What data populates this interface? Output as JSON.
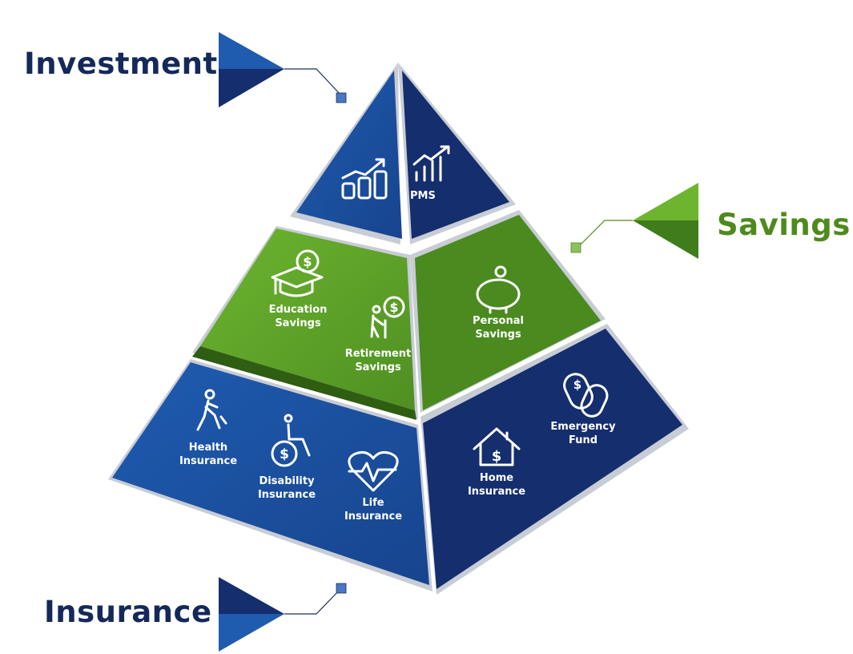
{
  "tiers": {
    "investment": {
      "label": "Investment",
      "color": "#1a4d9c",
      "dark": "#142e6e"
    },
    "savings": {
      "label": "Savings",
      "color": "#5fa22a",
      "dark": "#3f7c1c"
    },
    "insurance": {
      "label": "Insurance",
      "color": "#1a4d9c",
      "dark": "#142e6e"
    }
  },
  "items": {
    "pms": {
      "label": "PMS",
      "icon": "growth-bar-chart-icon"
    },
    "mutual_funds": {
      "icon": "coins-growth-icon"
    },
    "education_savings": {
      "line1": "Education",
      "line2": "Savings",
      "icon": "graduation-cap-dollar-icon"
    },
    "retirement_savings": {
      "line1": "Retirement",
      "line2": "Savings",
      "icon": "elderly-dollar-icon"
    },
    "personal_savings": {
      "line1": "Personal",
      "line2": "Savings",
      "icon": "piggy-bank-icon"
    },
    "health_insurance": {
      "line1": "Health",
      "line2": "Insurance",
      "icon": "injured-person-icon"
    },
    "disability_insurance": {
      "line1": "Disability",
      "line2": "Insurance",
      "icon": "wheelchair-dollar-icon"
    },
    "life_insurance": {
      "line1": "Life",
      "line2": "Insurance",
      "icon": "heartbeat-icon"
    },
    "home_insurance": {
      "line1": "Home",
      "line2": "Insurance",
      "icon": "house-dollar-icon"
    },
    "emergency_fund": {
      "line1": "Emergency",
      "line2": "Fund",
      "icon": "pill-dollar-icon"
    }
  }
}
